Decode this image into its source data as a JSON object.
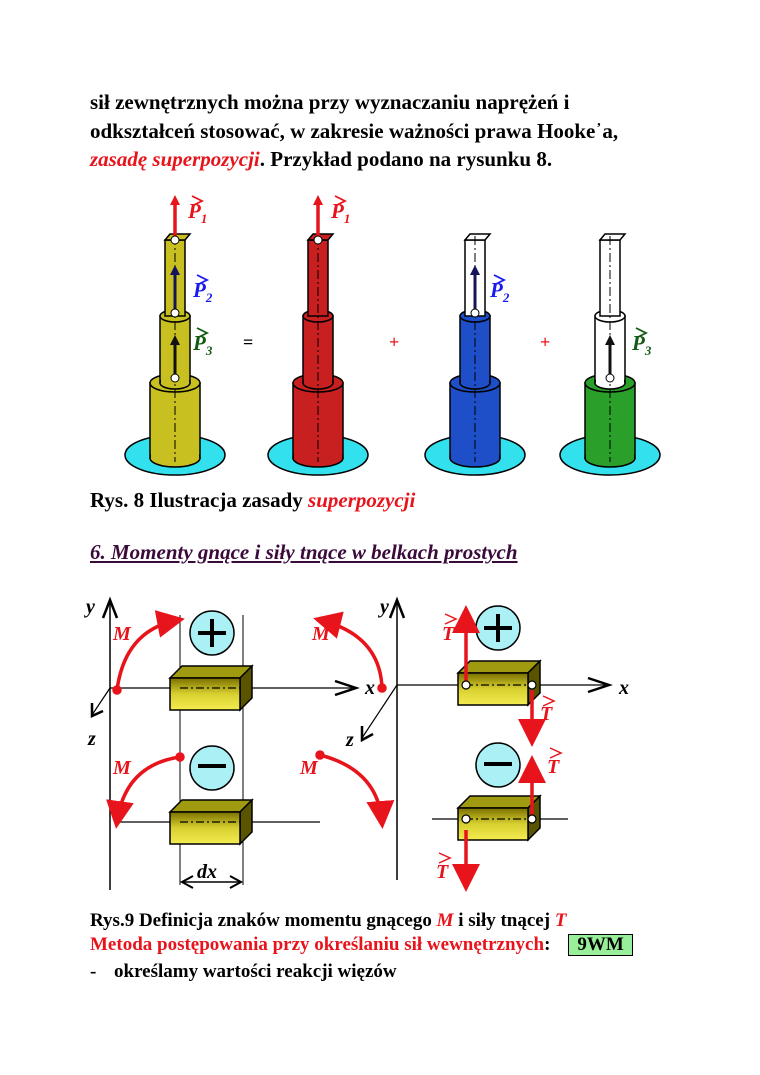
{
  "paragraph": {
    "line1": "sił zewnętrznych można przy wyznaczaniu naprężeń i",
    "line2": "odkształceń stosować, w zakresie ważności prawa Hooke᾽a,",
    "line3_red": "zasadę superpozycji",
    "line3_rest": ". Przykład podano na rysunku 8."
  },
  "figure8": {
    "labels": {
      "p1": "P",
      "p1_sub": "1",
      "p2": "P",
      "p2_sub": "2",
      "p3": "P",
      "p3_sub": "3",
      "equals": "=",
      "plus1": "+",
      "plus2": "+"
    },
    "caption_prefix": "Rys. 8 Ilustracja zasady ",
    "caption_red": "superpozycji",
    "colors": {
      "yellow": "#c8c020",
      "red": "#c82020",
      "blue": "#1e4fc8",
      "green": "#2aa02a",
      "white": "#ffffff",
      "base": "#33e0ee"
    }
  },
  "section": {
    "heading": "6. Momenty gnące i siły tnące w belkach prostych"
  },
  "figure9": {
    "labels": {
      "y_left": "y",
      "x_left": "x",
      "z_left": "z",
      "y_right": "y",
      "x_right": "x",
      "z_right": "z",
      "M": "M",
      "T": "T",
      "dx": "dx",
      "plus": "+",
      "minus": "−"
    },
    "caption_prefix": "Rys.9 Definicja znaków momentu gnącego ",
    "caption_M": "M",
    "caption_mid": " i siły tnącej ",
    "caption_T": "T"
  },
  "method": {
    "label": "Metoda postępowania przy określaniu sił wewnętrznych",
    "colon": ":",
    "badge": "9WM"
  },
  "list": [
    {
      "bullet": "-",
      "text": "określamy wartości reakcji więzów"
    }
  ]
}
